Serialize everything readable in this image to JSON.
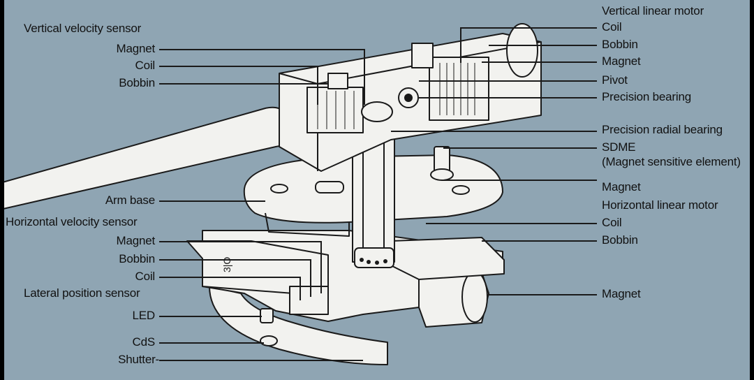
{
  "colors": {
    "background": "#8fa5b3",
    "line": "#1a1a1a",
    "part_fill": "#f2f2ef"
  },
  "labels_left": {
    "vertical_velocity_sensor": "Vertical velocity sensor",
    "vv_magnet": "Magnet",
    "vv_coil": "Coil",
    "vv_bobbin": "Bobbin",
    "arm_base": "Arm base",
    "horizontal_velocity_sensor": "Horizontal velocity sensor",
    "hv_magnet": "Magnet",
    "hv_bobbin": "Bobbin",
    "hv_coil": "Coil",
    "lateral_position_sensor": "Lateral position sensor",
    "led": "LED",
    "cds": "CdS",
    "shutter": "Shutter-"
  },
  "labels_right": {
    "vertical_linear_motor": "Vertical linear motor",
    "vl_coil": "Coil",
    "vl_bobbin": "Bobbin",
    "vl_magnet": "Magnet",
    "pivot": "Pivot",
    "precision_bearing": "Precision bearing",
    "precision_radial_bearing": "Precision radial bearing",
    "sdme": "SDME",
    "sdme_full": "(Magnet sensitive element)",
    "sdme_magnet": "Magnet",
    "horizontal_linear_motor": "Horizontal linear motor",
    "hl_coil": "Coil",
    "hl_bobbin": "Bobbin",
    "hl_magnet": "Magnet"
  },
  "shutter_marking": "3|O"
}
